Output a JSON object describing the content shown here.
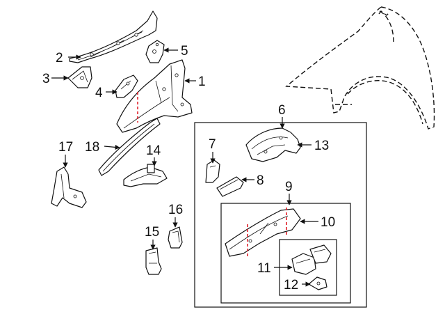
{
  "callouts": {
    "c1": "1",
    "c2": "2",
    "c3": "3",
    "c4": "4",
    "c5": "5",
    "c6": "6",
    "c7": "7",
    "c8": "8",
    "c9": "9",
    "c10": "10",
    "c11": "11",
    "c12": "12",
    "c13": "13",
    "c14": "14",
    "c15": "15",
    "c16": "16",
    "c17": "17",
    "c18": "18"
  },
  "colors": {
    "line": "#111111",
    "cut_line": "#e0202a",
    "background": "#ffffff"
  }
}
